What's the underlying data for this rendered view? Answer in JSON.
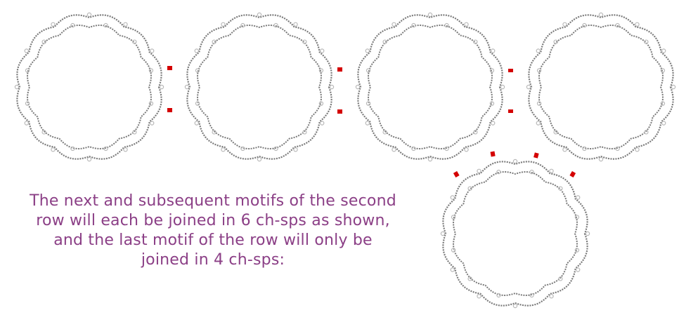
{
  "caption": {
    "lines": [
      "The next and subsequent motifs of the second",
      "row will each be joined in 6 ch-sps as shown,",
      "and the last motif of the row will only be",
      "joined in 4 ch-sps:"
    ]
  },
  "colors": {
    "caption_text": "#8b3f86",
    "chain_stitch": "#7a7a7a",
    "picot": "#b8b8b8",
    "join_marker": "#d40000"
  },
  "motifs": [
    {
      "name": "motif-row1-1",
      "joins": 2
    },
    {
      "name": "motif-row1-2",
      "joins": 2
    },
    {
      "name": "motif-row1-3",
      "joins": 2
    },
    {
      "name": "motif-row1-4",
      "joins": 0
    },
    {
      "name": "motif-row2-1",
      "joins": 4
    }
  ]
}
